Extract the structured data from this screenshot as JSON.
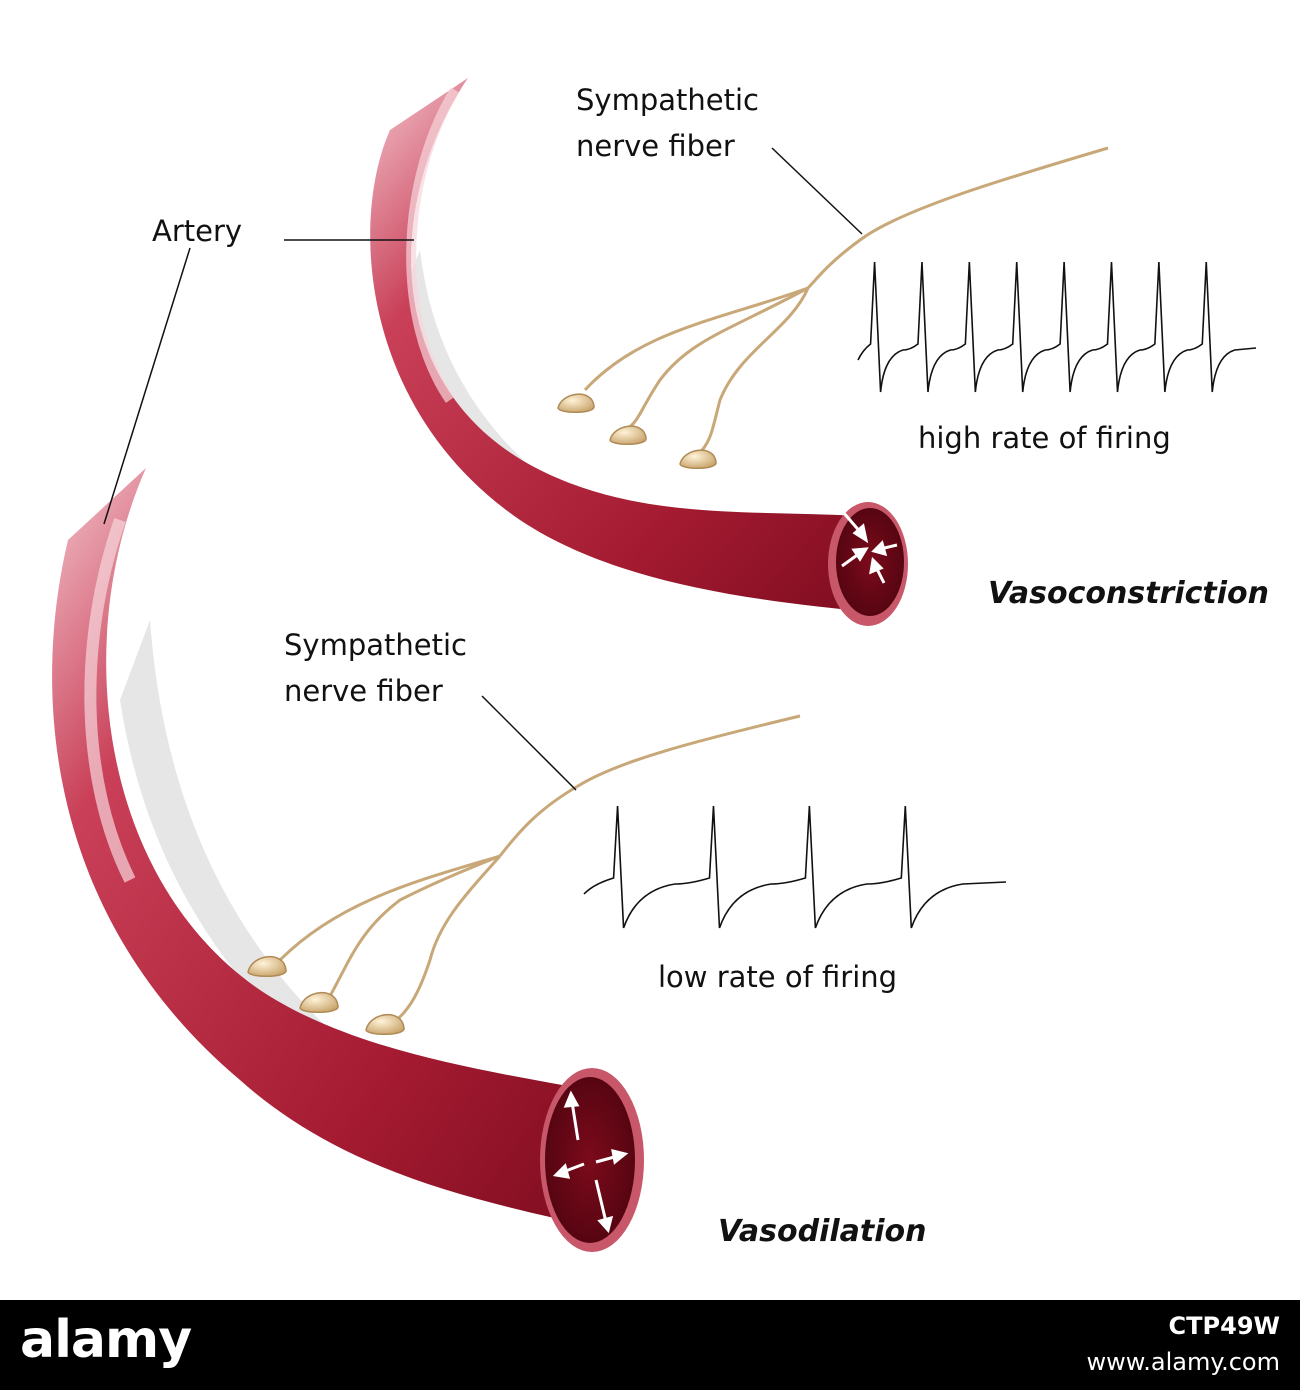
{
  "labels": {
    "artery": "Artery",
    "top_nerve_line1": "Sympathetic",
    "top_nerve_line2": "nerve fiber",
    "top_rate": "high rate of firing",
    "top_title": "Vasoconstriction",
    "bottom_nerve_line1": "Sympathetic",
    "bottom_nerve_line2": "nerve fiber",
    "bottom_rate": "low rate of firing",
    "bottom_title": "Vasodilation"
  },
  "firing": {
    "high_spike_count": 8,
    "low_spike_count": 4
  },
  "footer": {
    "logo": "alamy",
    "image_id": "CTP49W",
    "url": "www.alamy.com"
  },
  "colors": {
    "artery": "#a81d33",
    "lumen": "#6e0a17",
    "nerve": "#c8a878",
    "background": "#ffffff",
    "footer": "#000000"
  }
}
